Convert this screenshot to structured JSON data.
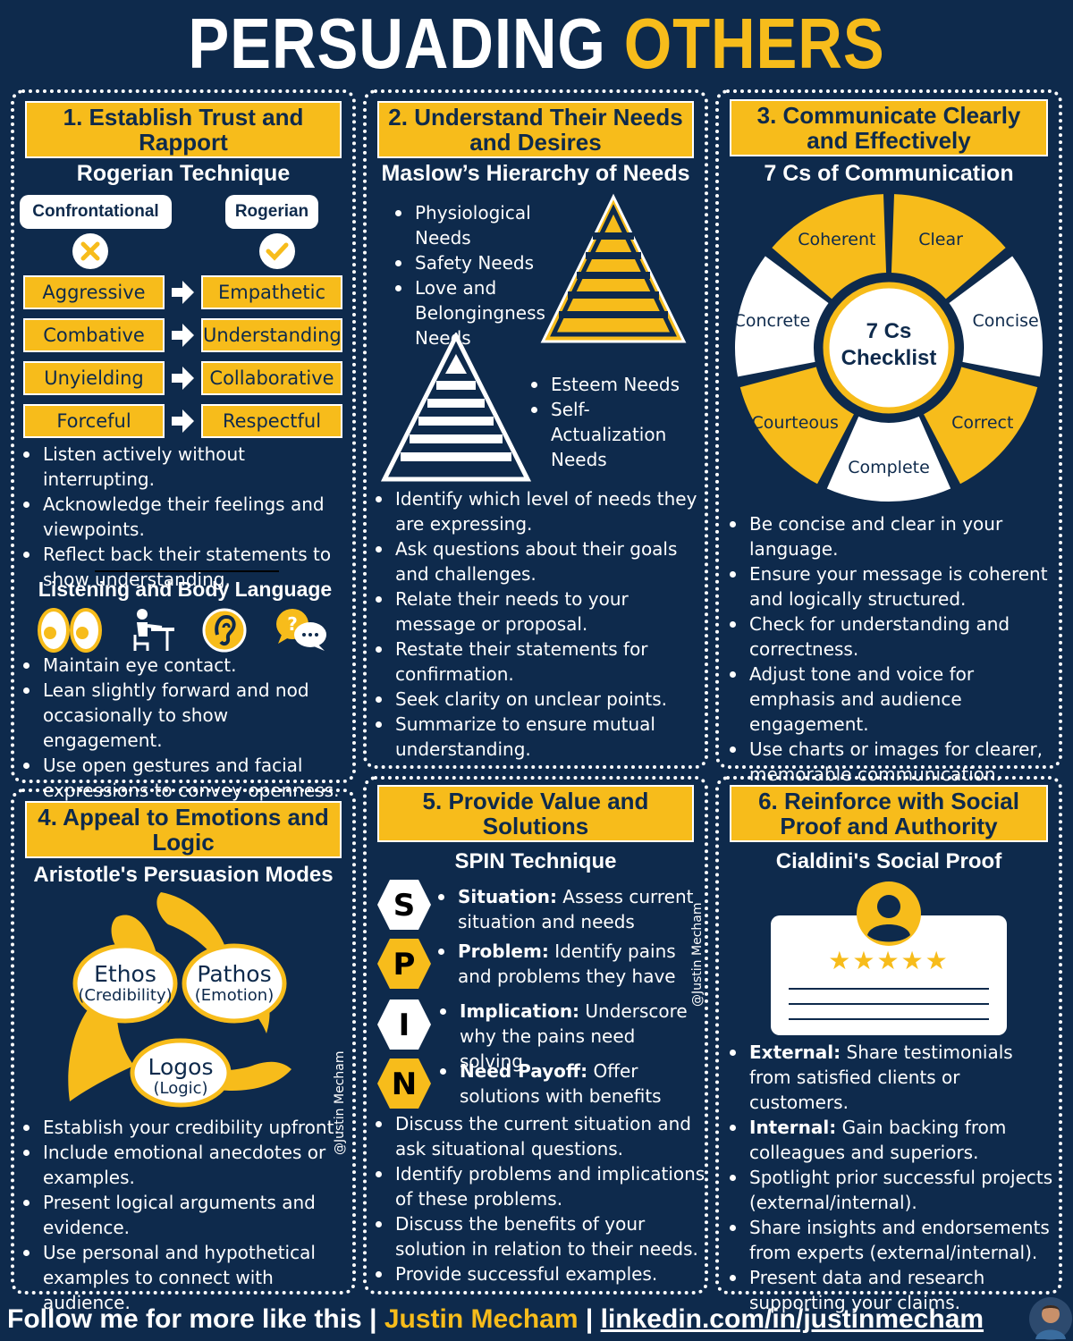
{
  "title": {
    "main": "PERSUADING ",
    "accent": "OTHERS"
  },
  "colors": {
    "navy": "#0e2a4c",
    "gold": "#f7bc1b",
    "white": "#ffffff"
  },
  "p1": {
    "heading": "1. Establish Trust and Rapport",
    "subtitle": "Rogerian Technique",
    "left_label": "Confrontational",
    "right_label": "Rogerian",
    "pairs": [
      {
        "from": "Aggressive",
        "to": "Empathetic"
      },
      {
        "from": "Combative",
        "to": "Understanding"
      },
      {
        "from": "Unyielding",
        "to": "Collaborative"
      },
      {
        "from": "Forceful",
        "to": "Respectful"
      }
    ],
    "bullets": [
      "Listen actively without interrupting.",
      "Acknowledge their feelings and viewpoints.",
      "Reflect back their statements to show understanding."
    ],
    "subtitle2": "Listening and Body Language",
    "icons": [
      "eyes-icon",
      "person-at-desk-icon",
      "ear-icon",
      "speech-bubbles-icon"
    ],
    "bullets2": [
      "Maintain eye contact.",
      "Lean slightly forward and nod occasionally to show engagement.",
      "Use open gestures and facial expressions to convey openness."
    ]
  },
  "p2": {
    "heading": "2. Understand Their Needs and Desires",
    "subtitle": "Maslow’s Hierarchy of Needs",
    "needs_a": [
      "Physiological Needs",
      "Safety Needs",
      "Love and Belongingness Needs"
    ],
    "needs_b": [
      "Esteem Needs",
      "Self-Actualization Needs"
    ],
    "bullets": [
      "Identify which level of needs they are expressing.",
      "Ask questions about their goals and challenges.",
      "Relate their needs to your message or proposal.",
      "Restate their statements for confirmation.",
      "Seek clarity on unclear points.",
      "Summarize to ensure mutual understanding."
    ]
  },
  "p3": {
    "heading": "3. Communicate Clearly and Effectively",
    "subtitle": "7 Cs of Communication",
    "center": "7 Cs Checklist",
    "segments": [
      "Coherent",
      "Clear",
      "Concise",
      "Correct",
      "Complete",
      "Courteous",
      "Concrete"
    ],
    "bullets": [
      "Be concise and clear in your language.",
      "Ensure your message is coherent and logically structured.",
      "Check for understanding and correctness.",
      "Adjust tone and voice for emphasis and audience engagement.",
      "Use charts or images for clearer, memorable communication."
    ]
  },
  "p4": {
    "heading": "4. Appeal to Emotions and Logic",
    "subtitle": "Aristotle's Persuasion Modes",
    "modes": [
      {
        "name": "Ethos",
        "gloss": "(Credibility)"
      },
      {
        "name": "Pathos",
        "gloss": "(Emotion)"
      },
      {
        "name": "Logos",
        "gloss": "(Logic)"
      }
    ],
    "watermark": "@Justin Mecham",
    "bullets": [
      "Establish your credibility upfront.",
      "Include emotional anecdotes or examples.",
      "Present logical arguments and evidence.",
      "Use personal and hypothetical examples to connect with audience."
    ]
  },
  "p5": {
    "heading": "5. Provide Value and Solutions",
    "subtitle": "SPIN Technique",
    "spin": [
      {
        "letter": "S",
        "term": "Situation:",
        "desc": " Assess current situation and needs"
      },
      {
        "letter": "P",
        "term": "Problem:",
        "desc": " Identify pains and problems they have"
      },
      {
        "letter": "I",
        "term": "Implication:",
        "desc": " Underscore why the pains need solving"
      },
      {
        "letter": "N",
        "term": "Need Payoff:",
        "desc": " Offer solutions with benefits"
      }
    ],
    "watermark": "@Justin Mecham",
    "bullets": [
      "Discuss the current situation and ask situational questions.",
      "Identify problems and implications of these problems.",
      "Discuss the benefits of your solution in relation to their needs.",
      "Provide successful examples."
    ]
  },
  "p6": {
    "heading": "6. Reinforce with Social Proof and Authority",
    "subtitle": "Cialdini's Social Proof",
    "stars": 5,
    "bullets": [
      {
        "term": "External:",
        "desc": " Share testimonials from satisfied clients or customers."
      },
      {
        "term": "Internal:",
        "desc": " Gain backing from colleagues and superiors."
      },
      {
        "term": "",
        "desc": "Spotlight prior successful projects (external/internal)."
      },
      {
        "term": "",
        "desc": "Share insights and endorsements from experts (external/internal)."
      },
      {
        "term": "",
        "desc": "Present data and research supporting your claims."
      }
    ]
  },
  "footer": {
    "lead": "Follow me for more like this | ",
    "name": "Justin Mecham",
    "sep": " | ",
    "link": "linkedin.com/in/justinmecham"
  }
}
